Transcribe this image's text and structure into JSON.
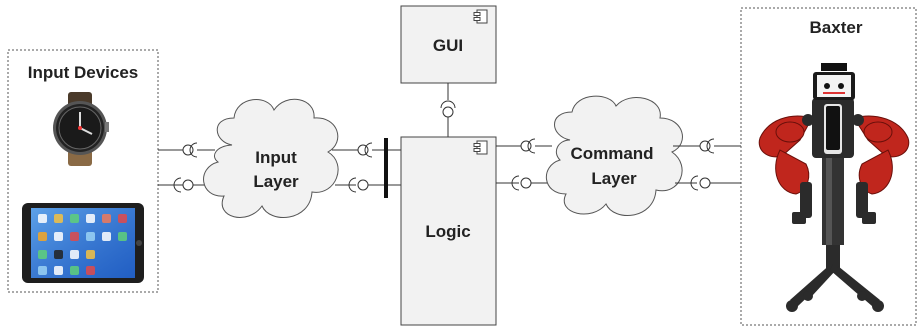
{
  "input_devices": {
    "title": "Input Devices"
  },
  "input_layer": {
    "label_line1": "Input",
    "label_line2": "Layer"
  },
  "gui": {
    "label": "GUI"
  },
  "logic": {
    "label": "Logic"
  },
  "command_layer": {
    "label_line1": "Command",
    "label_line2": "Layer"
  },
  "baxter": {
    "title": "Baxter"
  },
  "colors": {
    "box_fill": "#f2f2f2",
    "box_stroke": "#444444",
    "robot_red": "#c0261d",
    "robot_dark": "#2b2b2b",
    "tablet_screen": "#2a6fd6"
  },
  "icons": [
    "component-icon",
    "smartwatch-icon",
    "tablet-icon",
    "robot-icon"
  ]
}
